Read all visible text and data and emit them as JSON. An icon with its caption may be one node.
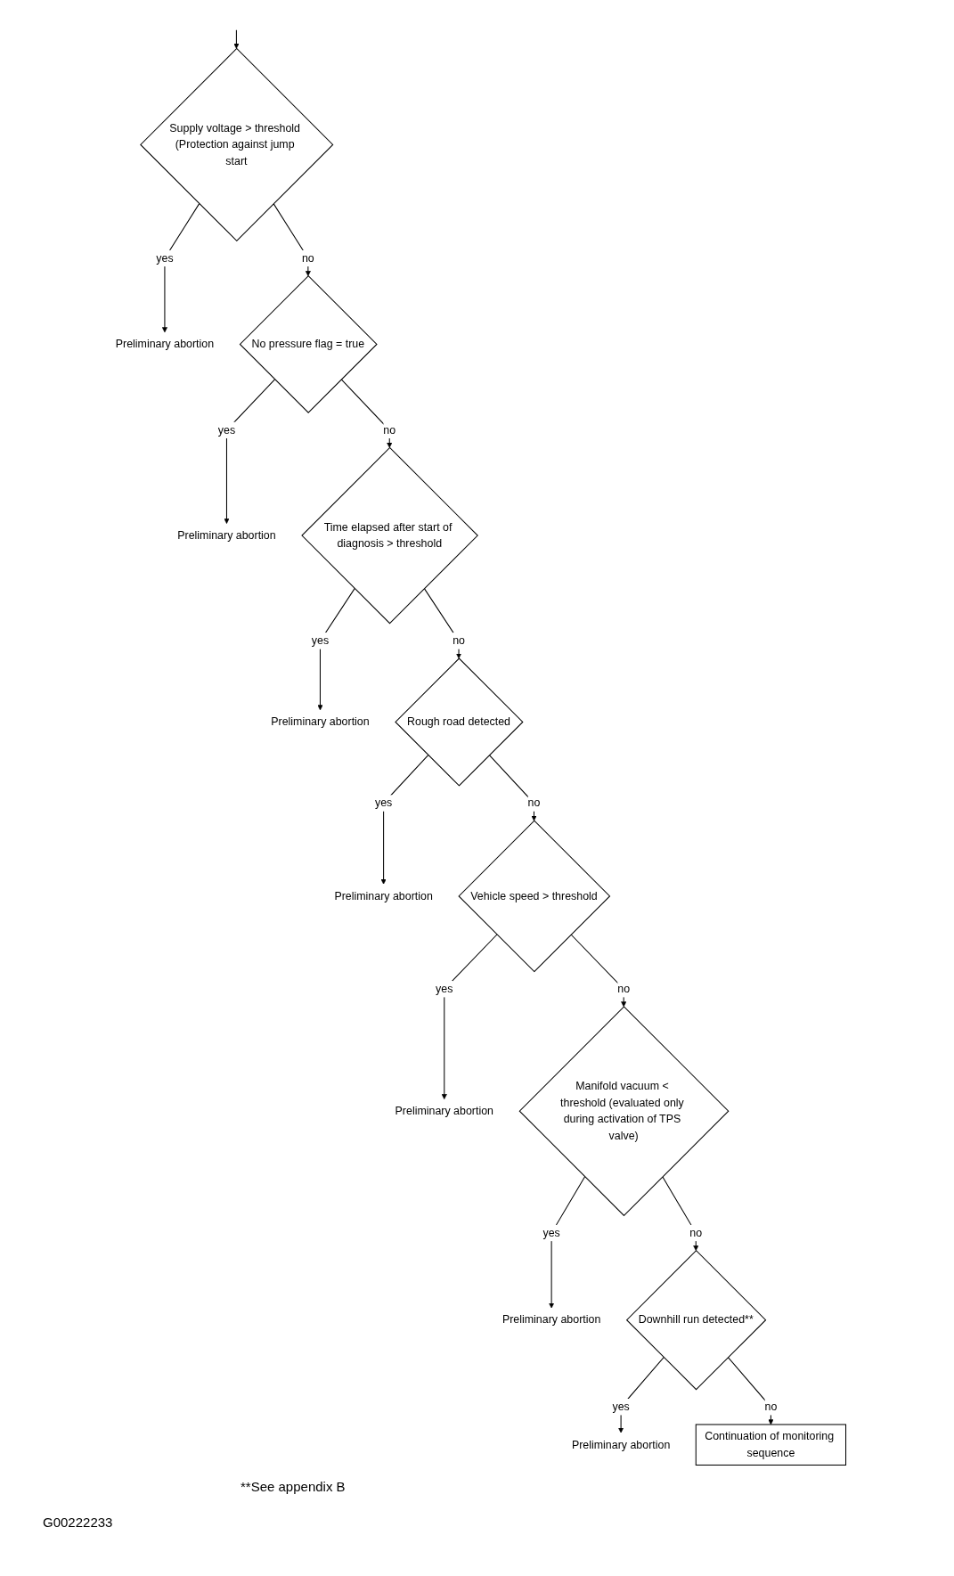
{
  "diagram": {
    "nodes": [
      {
        "text": [
          "Preliminary abortion"
        ]
      },
      {
        "text": [
          "Supply voltage > threshold (Protection against jump start"
        ]
      },
      {
        "text": [
          "Preliminary abortion"
        ]
      },
      {
        "text": [
          "No pressure flag = true"
        ]
      },
      {
        "text": [
          "Preliminary abortion"
        ]
      },
      {
        "text": [
          "Time elapsed after start of diagnosis > threshold"
        ]
      },
      {
        "text": [
          "Preliminary abortion"
        ]
      },
      {
        "text": [
          "Rough road detected"
        ]
      },
      {
        "text": [
          "Preliminary abortion"
        ]
      },
      {
        "text": [
          "Vehicle speed > threshold"
        ]
      },
      {
        "text": [
          "Preliminary abortion"
        ]
      },
      {
        "text": [
          "Manifold vacuum < threshold (evaluated only during activation of TPS valve)"
        ]
      },
      {
        "text": [
          "Preliminary abortion"
        ]
      },
      {
        "text": [
          "Downhill run detected**"
        ]
      },
      {
        "text": [
          "Continuation of monitoring sequence"
        ]
      }
    ],
    "edges": [
      {
        "from": null,
        "to": 1,
        "arrow": "to"
      },
      {
        "from": 1,
        "to": 0,
        "label": "yes",
        "arrow": "to"
      },
      {
        "from": 1,
        "to": 3,
        "label": "no",
        "arrow": "to"
      },
      {
        "from": 3,
        "to": 2,
        "label": "yes",
        "arrow": "to"
      },
      {
        "from": 3,
        "to": 5,
        "label": "no",
        "arrow": "to"
      },
      {
        "from": 5,
        "to": 4,
        "label": "yes",
        "arrow": "to"
      },
      {
        "from": 5,
        "to": 7,
        "label": "no",
        "arrow": "to"
      },
      {
        "from": 7,
        "to": 6,
        "label": "yes",
        "arrow": "to"
      },
      {
        "from": 7,
        "to": 9,
        "label": "no",
        "arrow": "to"
      },
      {
        "from": 9,
        "to": 8,
        "label": "yes",
        "arrow": "to"
      },
      {
        "from": 9,
        "to": 11,
        "label": "no",
        "arrow": "to"
      },
      {
        "from": 11,
        "to": 10,
        "label": "yes",
        "arrow": "to"
      },
      {
        "from": 11,
        "to": 13,
        "label": "no",
        "arrow": "to"
      },
      {
        "from": 13,
        "to": 12,
        "label": "yes",
        "arrow": "to"
      },
      {
        "from": 13,
        "to": 14,
        "label": "no",
        "arrow": "to"
      }
    ],
    "labels": [
      "**See appendix B",
      "G00222233"
    ]
  }
}
